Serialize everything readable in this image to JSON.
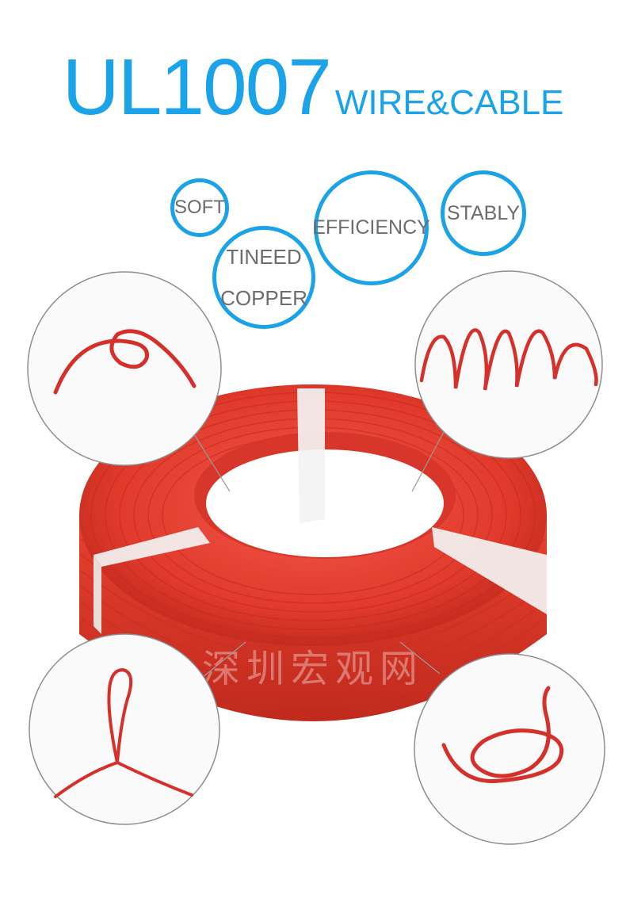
{
  "colors": {
    "accent": "#1aa3e8",
    "wire_red": "#e13a2c",
    "badge_text": "#6d6d6d"
  },
  "header": {
    "model": "UL1007",
    "subtitle": "WIRE&CABLE"
  },
  "badges": {
    "soft": "SOFT",
    "tinned_line1": "TINEED",
    "tinned_line2": "COPPER",
    "efficiency": "EFFICIENCY",
    "stably": "STABLY"
  },
  "watermark": "深圳宏观网"
}
